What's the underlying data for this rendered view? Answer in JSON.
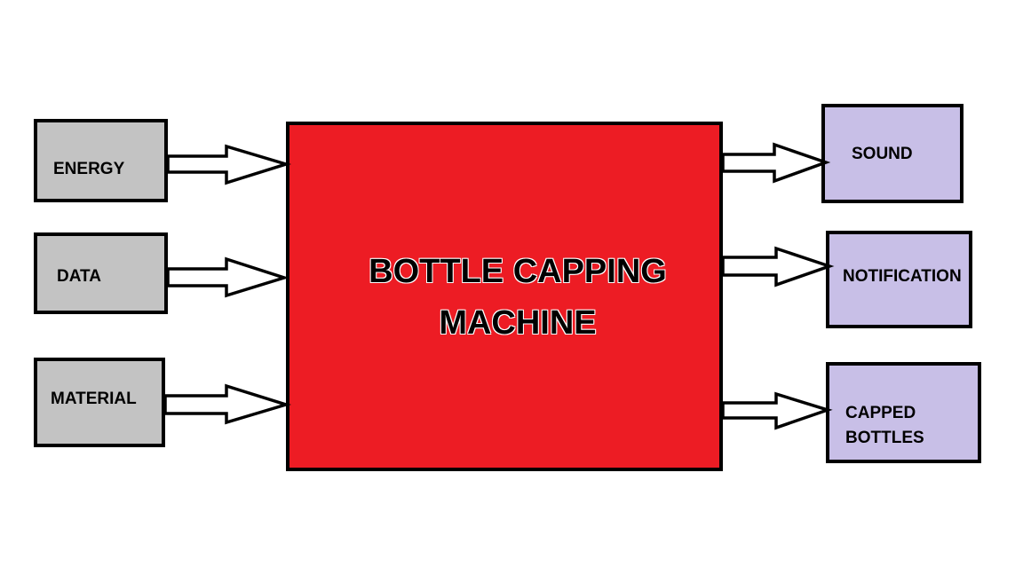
{
  "colors": {
    "machine_fill": "#ed1c24",
    "input_fill": "#c3c3c3",
    "output_fill": "#c8bfe7",
    "outline": "#000000"
  },
  "machine": {
    "line1": "BOTTLE CAPPING",
    "line2": "MACHINE"
  },
  "inputs": [
    {
      "label": "ENERGY"
    },
    {
      "label": "DATA"
    },
    {
      "label": "MATERIAL"
    }
  ],
  "outputs": [
    {
      "label": "SOUND"
    },
    {
      "label": "NOTIFICATION"
    },
    {
      "label_line1": "CAPPED",
      "label_line2": "BOTTLES"
    }
  ]
}
